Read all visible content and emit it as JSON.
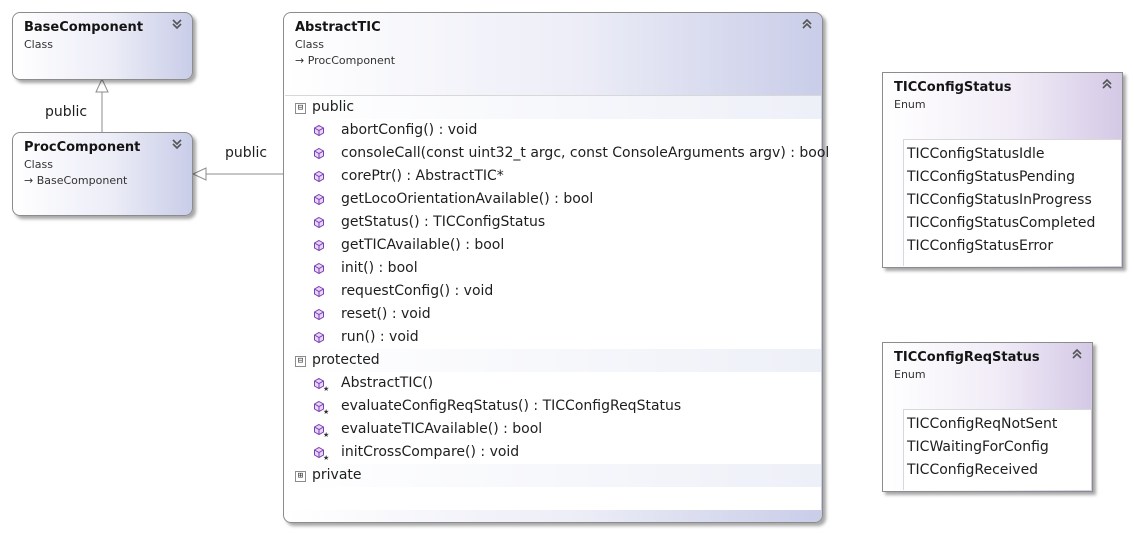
{
  "nodes": {
    "base_component": {
      "title": "BaseComponent",
      "stereotype": "Class"
    },
    "proc_component": {
      "title": "ProcComponent",
      "stereotype": "Class",
      "inherits": "BaseComponent"
    },
    "abstract_tic": {
      "title": "AbstractTIC",
      "stereotype": "Class",
      "inherits": "ProcComponent",
      "sections": {
        "public": {
          "label": "public",
          "expander": "⊟",
          "members": [
            "abortConfig() : void",
            "consoleCall(const uint32_t argc, const ConsoleArguments argv) : bool",
            "corePtr() : AbstractTIC*",
            "getLocoOrientationAvailable() : bool",
            "getStatus() : TICConfigStatus",
            "getTICAvailable() : bool",
            "init() : bool",
            "requestConfig() : void",
            "reset() : void",
            "run() : void"
          ]
        },
        "protected": {
          "label": "protected",
          "expander": "⊟",
          "members": [
            "AbstractTIC()",
            "evaluateConfigReqStatus() : TICConfigReqStatus",
            "evaluateTICAvailable() : bool",
            "initCrossCompare() : void"
          ]
        },
        "private": {
          "label": "private",
          "expander": "⊞"
        }
      }
    },
    "tic_config_status": {
      "title": "TICConfigStatus",
      "stereotype": "Enum",
      "values": [
        "TICConfigStatusIdle",
        "TICConfigStatusPending",
        "TICConfigStatusInProgress",
        "TICConfigStatusCompleted",
        "TICConfigStatusError"
      ]
    },
    "tic_config_req_status": {
      "title": "TICConfigReqStatus",
      "stereotype": "Enum",
      "values": [
        "TICConfigReqNotSent",
        "TICWaitingForConfig",
        "TICConfigReceived"
      ]
    }
  },
  "connectors": {
    "base_to_proc_label": "public",
    "proc_to_abstract_label": "public"
  },
  "icons": {
    "collapse": "chevron-double-down-icon",
    "expand": "chevron-double-up-icon",
    "public_method": "public-method-icon",
    "protected_method": "protected-method-icon",
    "inherit_arrow": "inherits-arrow-icon"
  },
  "colors": {
    "class_gradient_end": "#c9cde8",
    "enum_gradient_end": "#d4c9e6",
    "method_icon": "#7b3fb5",
    "border": "#8c8c8c"
  }
}
